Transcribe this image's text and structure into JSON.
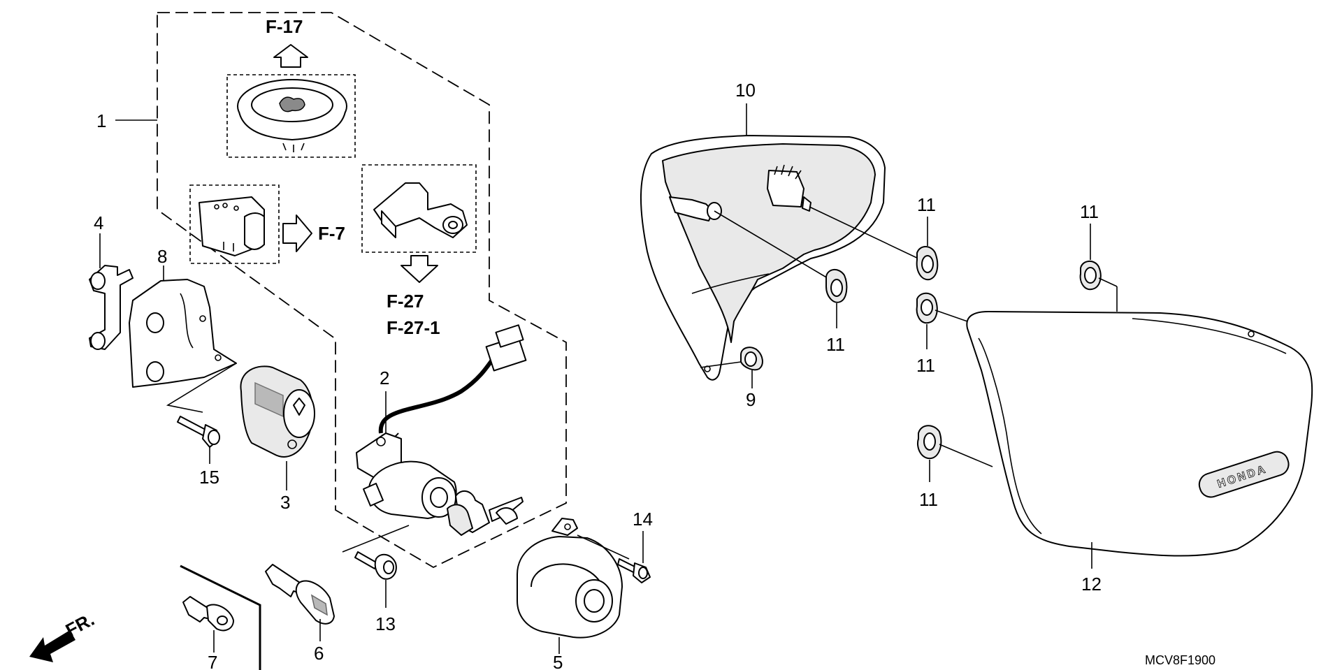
{
  "callouts": {
    "c1": "1",
    "c2": "2",
    "c3": "3",
    "c4": "4",
    "c5": "5",
    "c6": "6",
    "c7": "7",
    "c8": "8",
    "c9": "9",
    "c10": "10",
    "c11a": "11",
    "c11b": "11",
    "c11c": "11",
    "c11d": "11",
    "c11e": "11",
    "c12": "12",
    "c13": "13",
    "c14": "14",
    "c15": "15"
  },
  "references": {
    "f17": "F-17",
    "f7": "F-7",
    "f27": "F-27",
    "f27_1": "F-27-1"
  },
  "front_indicator": "FR.",
  "cover_brand": "HONDA",
  "diagram_code": "MCV8F1900"
}
